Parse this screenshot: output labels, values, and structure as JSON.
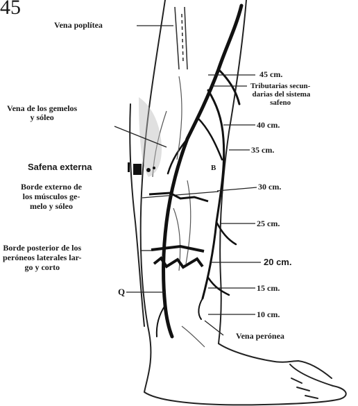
{
  "figure_number": "45",
  "labels": {
    "vena_poplitea": "Vena poplítea",
    "tributarias": [
      "Tributarias secun-",
      "darias del sistema",
      "safeno"
    ],
    "vena_gemelos": [
      "Vena de los gemelos",
      "y sóleo"
    ],
    "safena_externa": "Safena externa",
    "borde_externo": [
      "Borde externo de",
      "los músculos ge-",
      "melo y sóleo"
    ],
    "borde_posterior": [
      "Borde posterior de los",
      "peróneos laterales lar-",
      "go y corto"
    ],
    "q": "Q",
    "b": "B",
    "vena_peronea": "Vena perónea"
  },
  "measurements": [
    "45 cm.",
    "40 cm.",
    "35 cm.",
    "30 cm.",
    "25 cm.",
    "20 cm.",
    "15 cm.",
    "10 cm."
  ]
}
